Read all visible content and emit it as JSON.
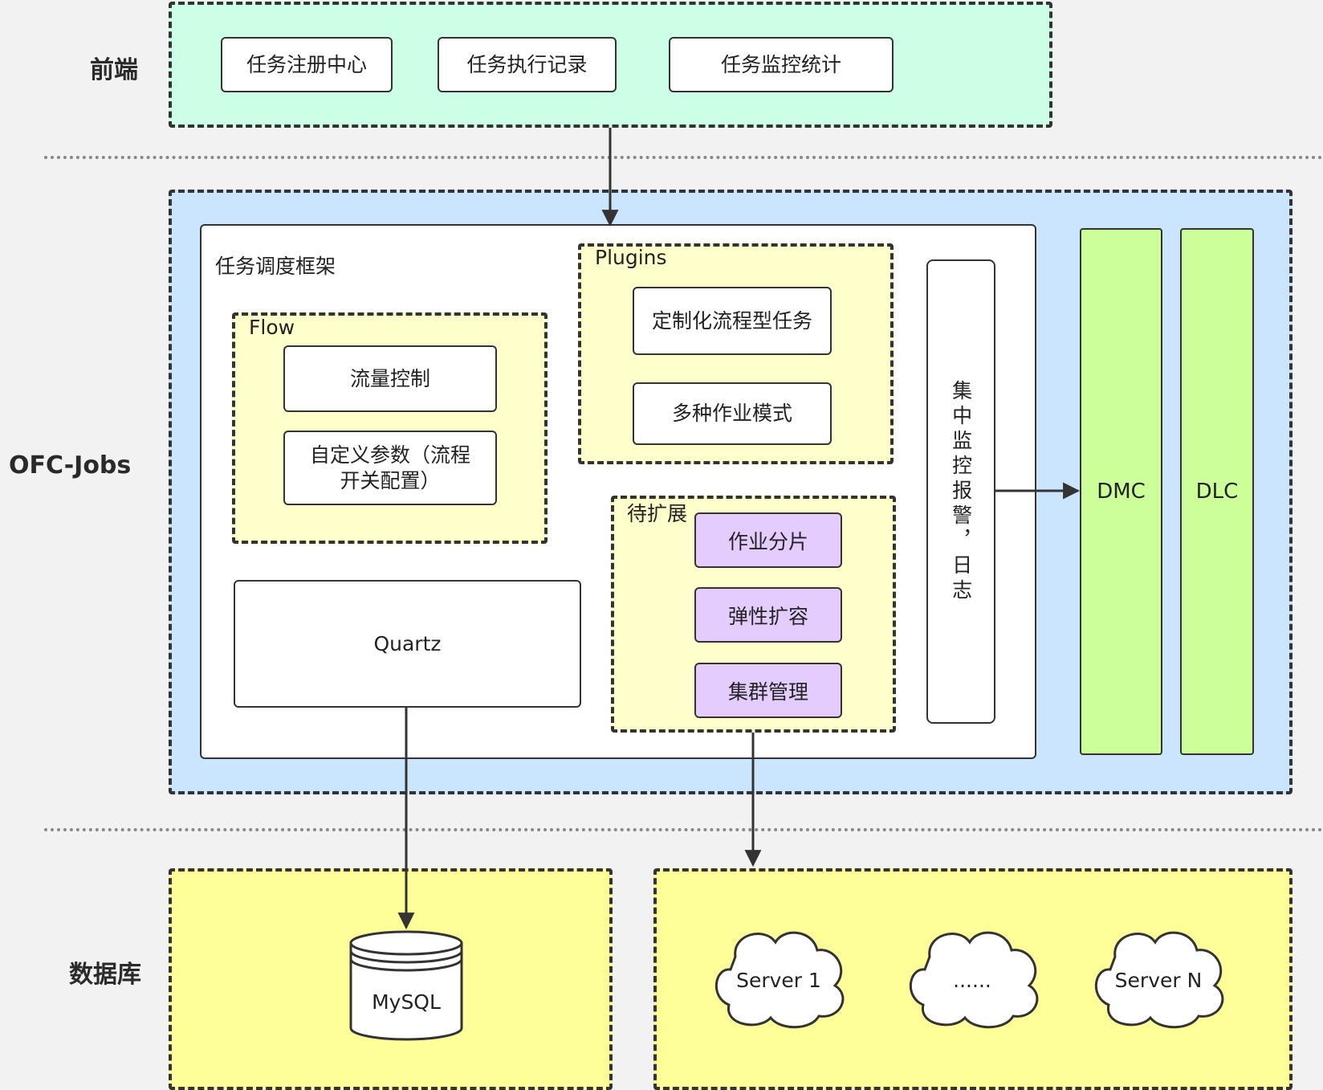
{
  "layers": {
    "frontend": "前端",
    "ofc_jobs": "OFC-Jobs",
    "database": "数据库"
  },
  "frontend": {
    "items": [
      "任务注册中心",
      "任务执行记录",
      "任务监控统计"
    ]
  },
  "framework": {
    "title": "任务调度框架",
    "flow": {
      "title": "Flow",
      "items": [
        "流量控制",
        "自定义参数（流程\n开关配置）"
      ]
    },
    "plugins": {
      "title": "Plugins",
      "items": [
        "定制化流程型任务",
        "多种作业模式"
      ]
    },
    "pending": {
      "title": "待扩展",
      "items": [
        "作业分片",
        "弹性扩容",
        "集群管理"
      ]
    },
    "quartz": "Quartz",
    "monitor": "集中监控报警，日志"
  },
  "services": [
    "DMC",
    "DLC"
  ],
  "storage": {
    "mysql": "MySQL",
    "servers": [
      "Server 1",
      "......",
      "Server N"
    ]
  },
  "colors": {
    "frontend_bg": "#ccffe6",
    "ofc_bg": "#cce5ff",
    "flow_bg": "#ffffcc",
    "db_bg": "#ffff99",
    "purple": "#e5ccff",
    "green": "#ccff99"
  }
}
